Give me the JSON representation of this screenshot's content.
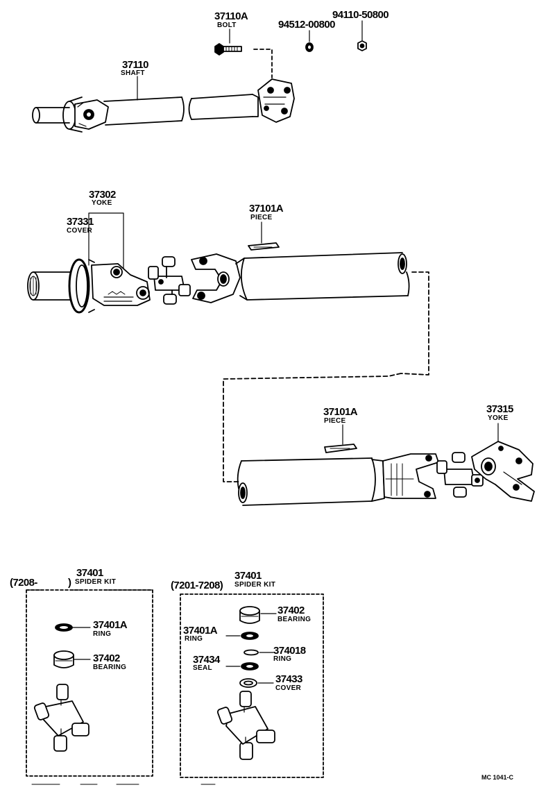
{
  "labels": {
    "bolt_no": "37110A",
    "bolt_name": "BOLT",
    "washer_no": "94512-00800",
    "nut_no": "94110-50800",
    "shaft_no": "37110",
    "shaft_name": "SHAFT",
    "yoke_front_no": "37302",
    "yoke_front_name": "YOKE",
    "cover_no": "37331",
    "cover_name": "COVER",
    "piece1_no": "37101A",
    "piece1_name": "PIECE",
    "piece2_no": "37101A",
    "piece2_name": "PIECE",
    "yoke_rear_no": "37315",
    "yoke_rear_name": "YOKE"
  },
  "kit_left": {
    "range_open": "(7208-",
    "range_close": ")",
    "kit_no": "37401",
    "kit_name": "SPIDER KIT",
    "ring_no": "37401A",
    "ring_name": "RING",
    "bearing_no": "37402",
    "bearing_name": "BEARING"
  },
  "kit_right": {
    "range": "(7201-7208)",
    "kit_no": "37401",
    "kit_name": "SPIDER KIT",
    "bearing_no": "37402",
    "bearing_name": "BEARING",
    "ring_a_no": "37401A",
    "ring_a_name": "RING",
    "ring_b_no": "374018",
    "ring_b_name": "RING",
    "seal_no": "37434",
    "seal_name": "SEAL",
    "cover_no": "37433",
    "cover_name": "COVER"
  },
  "footer_code": "MC 1041-C"
}
